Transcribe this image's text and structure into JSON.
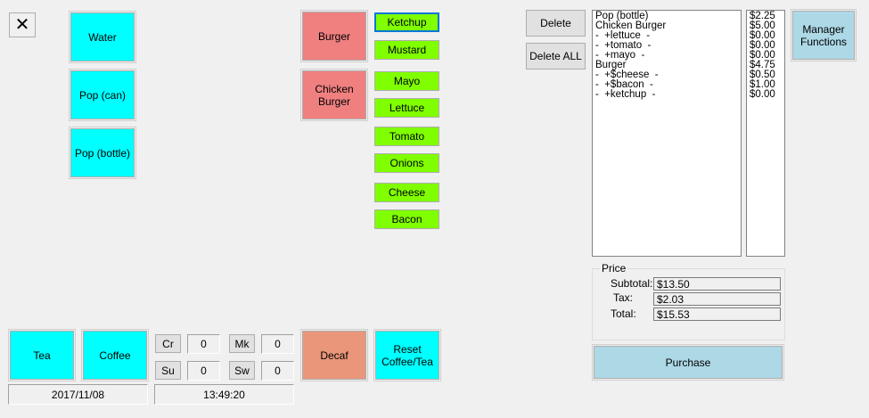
{
  "close_label": "✕",
  "drinks": [
    "Water",
    "Pop (can)",
    "Pop (bottle)"
  ],
  "burgers": [
    "Burger",
    "Chicken Burger"
  ],
  "condiments": [
    "Ketchup",
    "Mustard",
    "Mayo",
    "Lettuce",
    "Tomato",
    "Onions",
    "Cheese",
    "Bacon"
  ],
  "selected_condiment": "Ketchup",
  "actions": {
    "delete": "Delete",
    "delete_all": "Delete ALL",
    "manager": "Manager Functions",
    "purchase": "Purchase"
  },
  "order": {
    "items": [
      "Pop (bottle)",
      "Chicken Burger",
      "-  +lettuce  -",
      "-  +tomato  -",
      "-  +mayo  -",
      "Burger",
      "-  +$cheese  -",
      "-  +$bacon  -",
      "-  +ketchup  -"
    ],
    "prices": [
      "$2.25",
      "$5.00",
      "$0.00",
      "$0.00",
      "$0.00",
      "$4.75",
      "$0.50",
      "$1.00",
      "$0.00"
    ]
  },
  "price": {
    "legend": "Price",
    "subtotal_label": "Subtotal:",
    "subtotal": "$13.50",
    "tax_label": "Tax:",
    "tax": "$2.03",
    "total_label": "Total:",
    "total": "$15.53"
  },
  "hot": {
    "tea": "Tea",
    "coffee": "Coffee",
    "decaf": "Decaf",
    "reset": "Reset Coffee/Tea"
  },
  "extras": [
    {
      "label": "Cr",
      "value": "0"
    },
    {
      "label": "Mk",
      "value": "0"
    },
    {
      "label": "Su",
      "value": "0"
    },
    {
      "label": "Sw",
      "value": "0"
    }
  ],
  "status": {
    "date": "2017/11/08",
    "time": "13:49:20"
  },
  "colors": {
    "drink": "#00ffff",
    "burger": "#f08080",
    "condiment": "#80ff00",
    "decaf": "#e9967a",
    "manager": "#add8e6"
  }
}
